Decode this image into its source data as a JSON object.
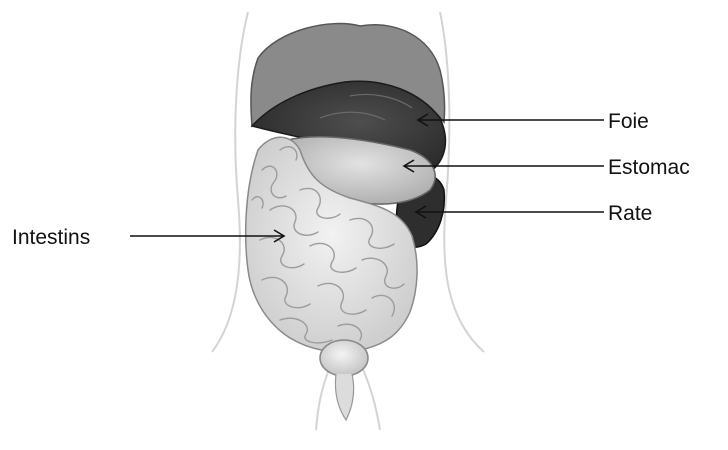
{
  "diagram": {
    "labels": {
      "foie": "Foie",
      "estomac": "Estomac",
      "rate": "Rate",
      "intestins": "Intestins"
    }
  }
}
